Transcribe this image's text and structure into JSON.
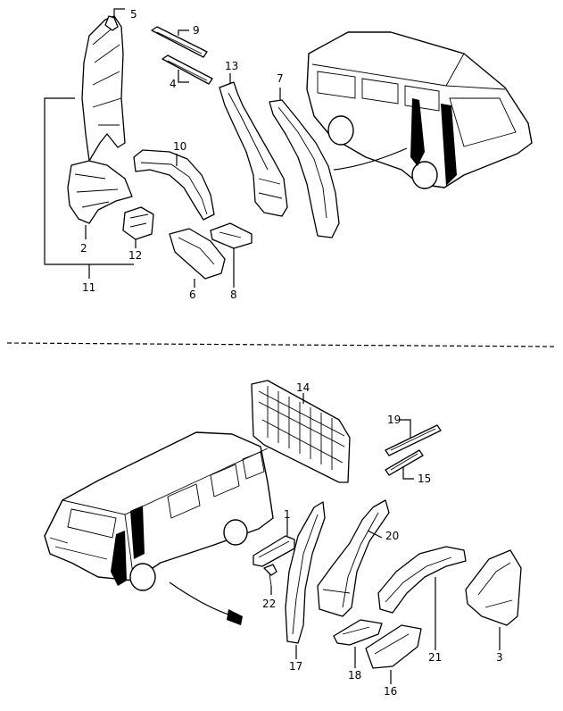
{
  "diagram": {
    "top_section": {
      "callouts": [
        "5",
        "9",
        "4",
        "13",
        "7",
        "10",
        "2",
        "12",
        "6",
        "8",
        "11"
      ]
    },
    "bottom_section": {
      "callouts": [
        "14",
        "19",
        "15",
        "1",
        "20",
        "22",
        "21",
        "3",
        "17",
        "18",
        "16"
      ]
    }
  }
}
